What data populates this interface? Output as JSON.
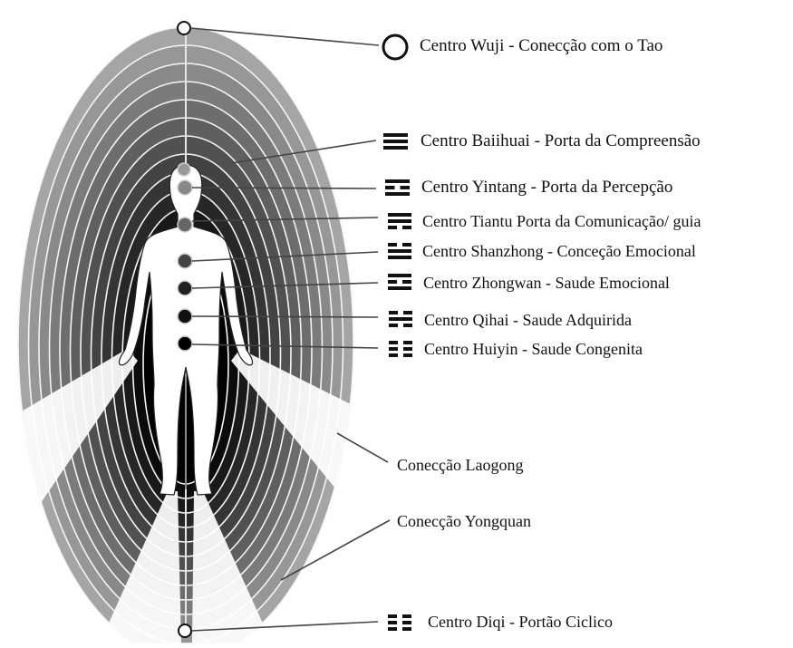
{
  "colors": {
    "ink": "#111111",
    "background": "#ffffff"
  },
  "centers": [
    {
      "label": "Centro Wuji - Conecção com o Tao",
      "symbol": "circle-icon"
    },
    {
      "label": "Centro  Baiihuai - Porta da Compreensão",
      "symbol": "trigram-qian-icon"
    },
    {
      "label": "Centro Yintang - Porta da Percepção",
      "symbol": "trigram-icon"
    },
    {
      "label": "Centro Tiantu Porta da Comunicação/ guia",
      "symbol": "trigram-icon"
    },
    {
      "label": "Centro  Shanzhong - Conceção Emocional",
      "symbol": "trigram-icon"
    },
    {
      "label": "Centro Zhongwan - Saude Emocional",
      "symbol": "trigram-icon"
    },
    {
      "label": "Centro Qihai - Saude Adquirida",
      "symbol": "trigram-icon"
    },
    {
      "label": "Centro Huiyin - Saude Congenita",
      "symbol": "trigram-kun-icon"
    }
  ],
  "connections": [
    {
      "label": "Conecção Laogong"
    },
    {
      "label": "Conecção Yongquan"
    }
  ],
  "bottom_center": {
    "label": "Centro Diqi - Portão Ciclico",
    "symbol": "trigram-kun-icon"
  }
}
